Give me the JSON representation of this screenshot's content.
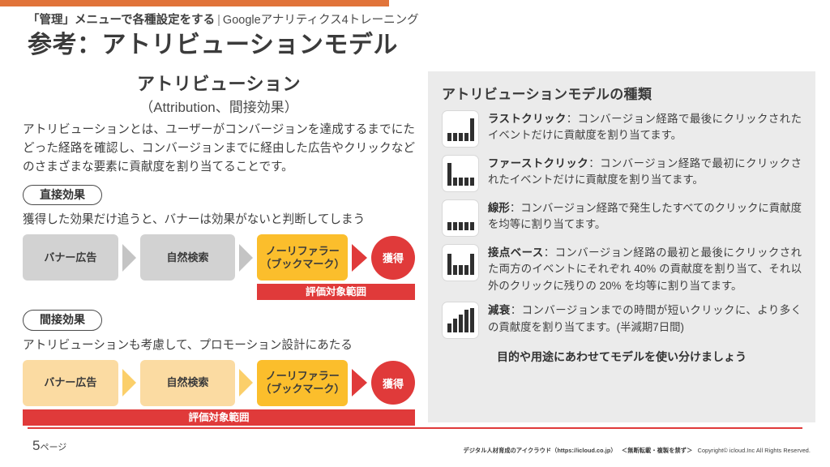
{
  "header": {
    "kicker_strong": "「管理」メニューで各種設定をする",
    "kicker_sep": "|",
    "kicker_tail": "Googleアナリティクス4トレーニング",
    "title": "参考：アトリビューションモデル"
  },
  "left": {
    "lede_title": "アトリビューション",
    "lede_sub": "（Attribution、間接効果）",
    "lede_body": "アトリビューションとは、ユーザーがコンバージョンを達成するまでにたどった経路を確認し、コンバージョンまでに経由した広告やクリックなどのさまざまな要素に貢献度を割り当てることです。",
    "direct": {
      "pill": "直接効果",
      "caption": "獲得した効果だけ追うと、バナーは効果がないと判断してしまう",
      "nodes": [
        "バナー広告",
        "自然検索",
        "ノーリファラー\n（ブックマーク）"
      ],
      "node3_line1": "ノーリファラー",
      "node3_line2": "（ブックマーク）",
      "goal": "獲得",
      "scope": "評価対象範囲"
    },
    "indirect": {
      "pill": "間接効果",
      "caption": "アトリビューションも考慮して、プロモーション設計にあたる",
      "nodes": [
        "バナー広告",
        "自然検索",
        "ノーリファラー\n（ブックマーク）"
      ],
      "node3_line1": "ノーリファラー",
      "node3_line2": "（ブックマーク）",
      "goal": "獲得",
      "scope": "評価対象範囲"
    }
  },
  "panel": {
    "title": "アトリビューションモデルの種類",
    "models": [
      {
        "icon": "bar-chart-last-click-icon",
        "name": "ラストクリック",
        "sep": "：",
        "desc": "コンバージョン経路で最後にクリックされたイベントだけに貢献度を割り当てます。",
        "bars": [
          10,
          10,
          10,
          10,
          28
        ]
      },
      {
        "icon": "bar-chart-first-click-icon",
        "name": "ファーストクリック",
        "sep": "：",
        "desc": "コンバージョン経路で最初にクリックされたイベントだけに貢献度を割り当てます。",
        "bars": [
          28,
          10,
          10,
          10,
          10
        ]
      },
      {
        "icon": "bar-chart-linear-icon",
        "name": "線形",
        "sep": "：",
        "desc": "コンバージョン経路で発生したすべてのクリックに貢献度を均等に割り当てます。",
        "bars": [
          10,
          10,
          10,
          10,
          10
        ]
      },
      {
        "icon": "bar-chart-position-based-icon",
        "name": "接点ベース",
        "sep": "：",
        "desc": "コンバージョン経路の最初と最後にクリックされた両方のイベントにそれぞれ 40% の貢献度を割り当て、それ以外のクリックに残りの 20% を均等に割り当てます。",
        "bars": [
          26,
          12,
          12,
          12,
          26
        ]
      },
      {
        "icon": "bar-chart-time-decay-icon",
        "name": "減衰",
        "sep": "：",
        "desc": "コンバージョンまでの時間が短いクリックに、より多くの貢献度を割り当てます。(半減期7日間)",
        "bars": [
          11,
          17,
          22,
          28,
          30
        ]
      }
    ],
    "footnote": "目的や用途にあわせてモデルを使い分けましょう"
  },
  "footer": {
    "page_number": "5",
    "page_unit": "ページ",
    "copyright_brand": "デジタル人材育成のアイクラウド（https://icloud.co.jp）",
    "copyright_notice": "＜無断転載・複製を禁ず＞",
    "copyright_rights": "Copyright© icloud.Inc All Rights Reserved."
  },
  "colors": {
    "accent_orange": "#e1743a",
    "red": "#e03a3a",
    "amber": "#fbbe2c",
    "light_amber": "#fbdba2",
    "gray_node": "#d2d2d2",
    "panel_bg": "#ebebeb"
  }
}
